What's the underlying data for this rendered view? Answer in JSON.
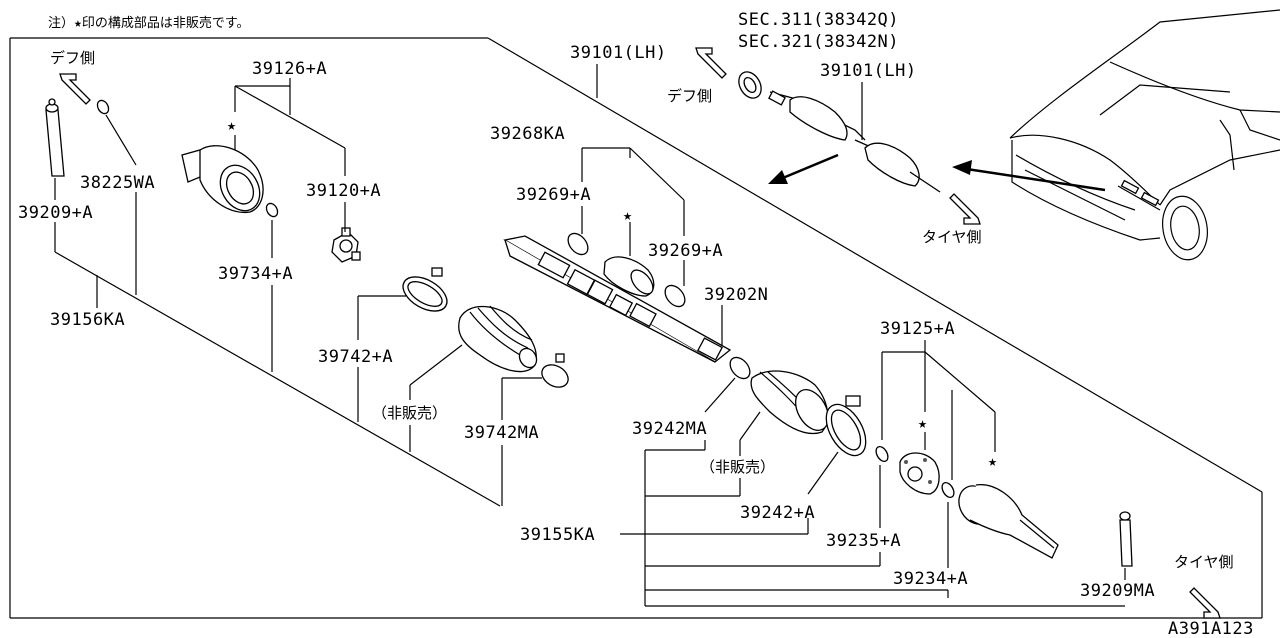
{
  "note": "注）★印の構成部品は非販売です。",
  "directions": {
    "diff_left": "デフ側",
    "diff_right": "デフ側",
    "tire_right": "タイヤ側",
    "tire_bottom": "タイヤ側"
  },
  "not_sold_label": "（非販売）",
  "star": "★",
  "figure_id": "A391A123",
  "parts": {
    "p39126A": "39126+A",
    "p38225WA": "38225WA",
    "p39120A": "39120+A",
    "p39209A": "39209+A",
    "p39734A": "39734+A",
    "p39156KA": "39156KA",
    "p39742A": "39742+A",
    "p39742MA": "39742MA",
    "p39268KA": "39268KA",
    "p39269A_1": "39269+A",
    "p39269A_2": "39269+A",
    "p39202N": "39202N",
    "p39101LH_1": "39101(LH)",
    "p39101LH_2": "39101(LH)",
    "sec311": "SEC.311(38342Q)",
    "sec321": "SEC.321(38342N)",
    "p39125A": "39125+A",
    "p39242MA": "39242MA",
    "p39242A": "39242+A",
    "p39155KA": "39155KA",
    "p39235A": "39235+A",
    "p39234A": "39234+A",
    "p39209MA": "39209MA"
  }
}
